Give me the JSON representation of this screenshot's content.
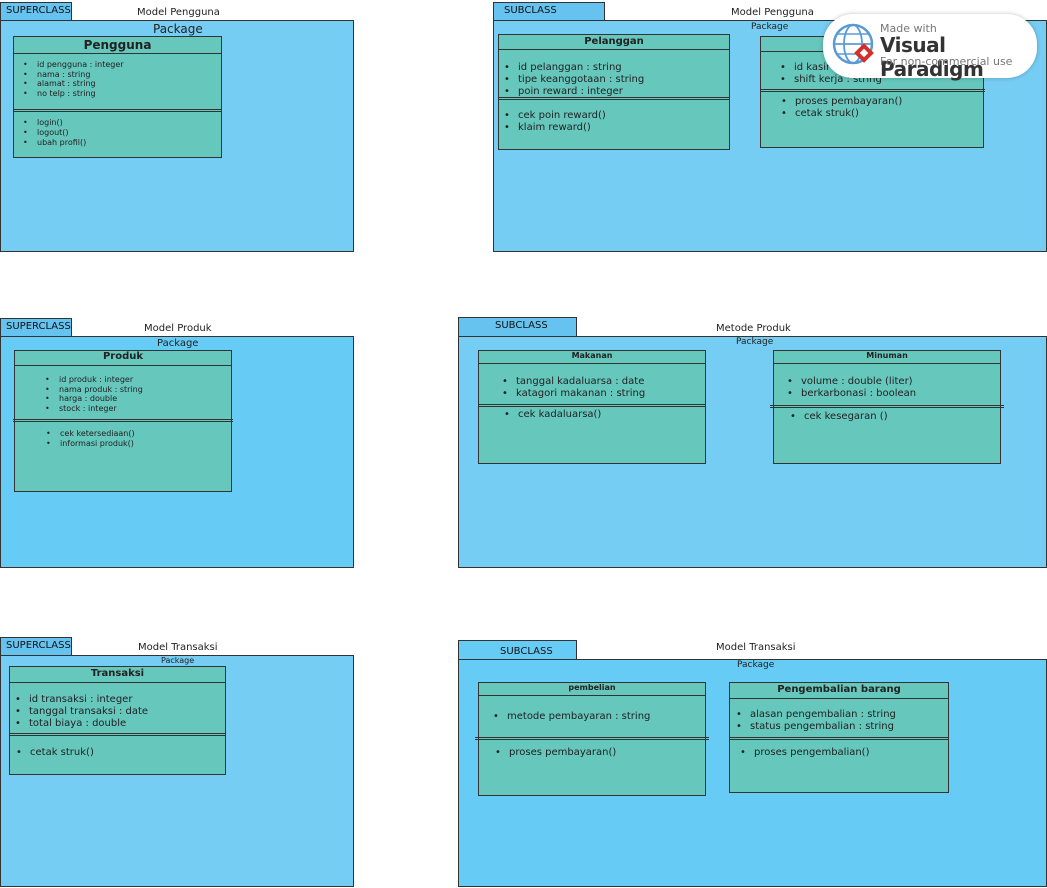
{
  "packages": {
    "p1": {
      "tab": "SUPERCLASS",
      "title": "Model Pengguna",
      "label": "Package",
      "classes": [
        {
          "name": "Pengguna",
          "attributes": [
            "id pengguna : integer",
            "nama : string",
            "alamat : string",
            "no telp : string"
          ],
          "methods": [
            "login()",
            "logout()",
            "ubah profil()"
          ]
        }
      ]
    },
    "p2": {
      "tab": "SUBCLASS",
      "title": "Model Pengguna",
      "label": "Package",
      "classes": [
        {
          "name": "Pelanggan",
          "attributes": [
            "id pelanggan : string",
            "tipe keanggotaan : string",
            "poin reward : integer"
          ],
          "methods": [
            "cek poin reward()",
            "klaim reward()"
          ]
        },
        {
          "name": "",
          "attributes": [
            "id kasir",
            "shift kerja : string"
          ],
          "methods": [
            "proses pembayaran()",
            "cetak struk()"
          ]
        }
      ]
    },
    "p3": {
      "tab": "SUPERCLASS",
      "title": "Model Produk",
      "label": "Package",
      "classes": [
        {
          "name": "Produk",
          "attributes": [
            "id produk : integer",
            "nama produk : string",
            "harga : double",
            "stock : integer"
          ],
          "methods": [
            "cek ketersediaan()",
            "informasi produk()"
          ]
        }
      ]
    },
    "p4": {
      "tab": "SUBCLASS",
      "title": "Metode Produk",
      "label": "Package",
      "classes": [
        {
          "name": "Makanan",
          "attributes": [
            "tanggal kadaluarsa : date",
            "katagori makanan : string"
          ],
          "methods": [
            "cek kadaluarsa()"
          ]
        },
        {
          "name": "Minuman",
          "attributes": [
            "volume : double (liter)",
            "berkarbonasi : boolean"
          ],
          "methods": [
            "cek kesegaran ()"
          ]
        }
      ]
    },
    "p5": {
      "tab": "SUPERCLASS",
      "title": "Model Transaksi",
      "label": "Package",
      "classes": [
        {
          "name": "Transaksi",
          "attributes": [
            "id transaksi : integer",
            "tanggal transaksi : date",
            "total biaya : double"
          ],
          "methods": [
            "cetak struk()"
          ]
        }
      ]
    },
    "p6": {
      "tab": "SUBCLASS",
      "title": "Model Transaksi",
      "label": "Package",
      "classes": [
        {
          "name": "pembelian",
          "attributes": [
            "metode pembayaran : string"
          ],
          "methods": [
            "proses pembayaran()"
          ]
        },
        {
          "name": "Pengembalian barang",
          "attributes": [
            "alasan pengembalian : string",
            "status pengembalian : string"
          ],
          "methods": [
            "proses pengembalian()"
          ]
        }
      ]
    }
  },
  "watermark": {
    "made": "Made with",
    "brand": "Visual Paradigm",
    "sub": "For non-commercial use"
  },
  "colors": {
    "package_fill": "#76cdf4",
    "package_fill_bright": "#66ccf5",
    "tab_fill": "#66c3f0",
    "class_fill": "#66c7bd",
    "border": "#333333"
  }
}
